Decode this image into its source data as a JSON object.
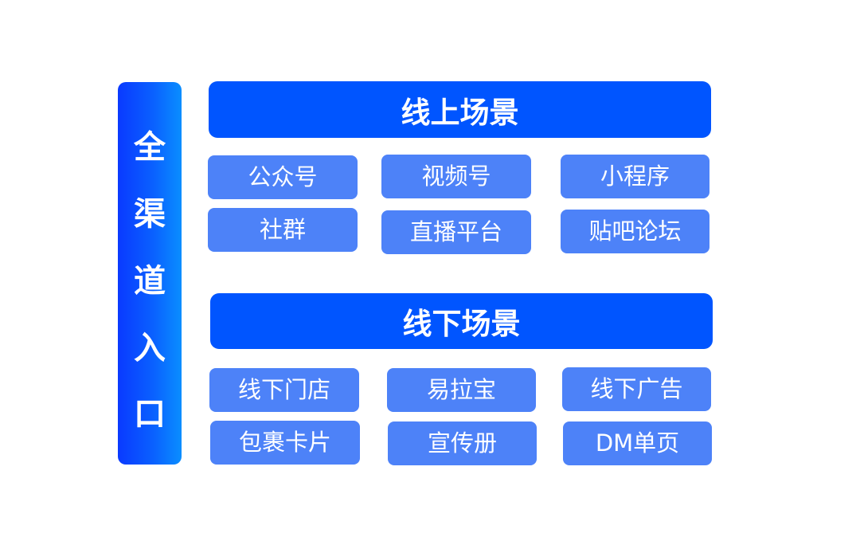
{
  "side_bar": {
    "label": "全渠道入口",
    "chars": [
      "全",
      "渠",
      "道",
      "入",
      "口"
    ]
  },
  "online": {
    "title": "线上场景",
    "items": [
      "公众号",
      "视频号",
      "小程序",
      "社群",
      "直播平台",
      "贴吧论坛"
    ]
  },
  "offline": {
    "title": "线下场景",
    "items": [
      "线下门店",
      "易拉宝",
      "线下广告",
      "包裹卡片",
      "宣传册",
      "DM单页"
    ]
  },
  "colors": {
    "header_blue": "#0055FF",
    "tile_blue": "#4D82F8",
    "side_gradient_start": "#0A3AFF",
    "side_gradient_end": "#0A8EFF",
    "text": "#FFFFFF",
    "background": "#FFFFFF"
  }
}
